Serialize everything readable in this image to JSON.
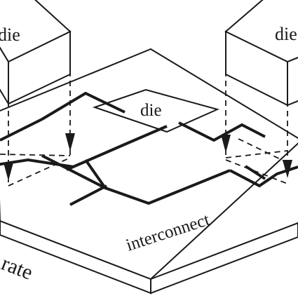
{
  "labels": {
    "die_top_left": "die",
    "die_top_right": "die",
    "die_center": "die",
    "interconnect": "interconnect",
    "substrate": "rate"
  },
  "colors": {
    "ink": "#1a1a1a",
    "paper": "#ffffff"
  }
}
